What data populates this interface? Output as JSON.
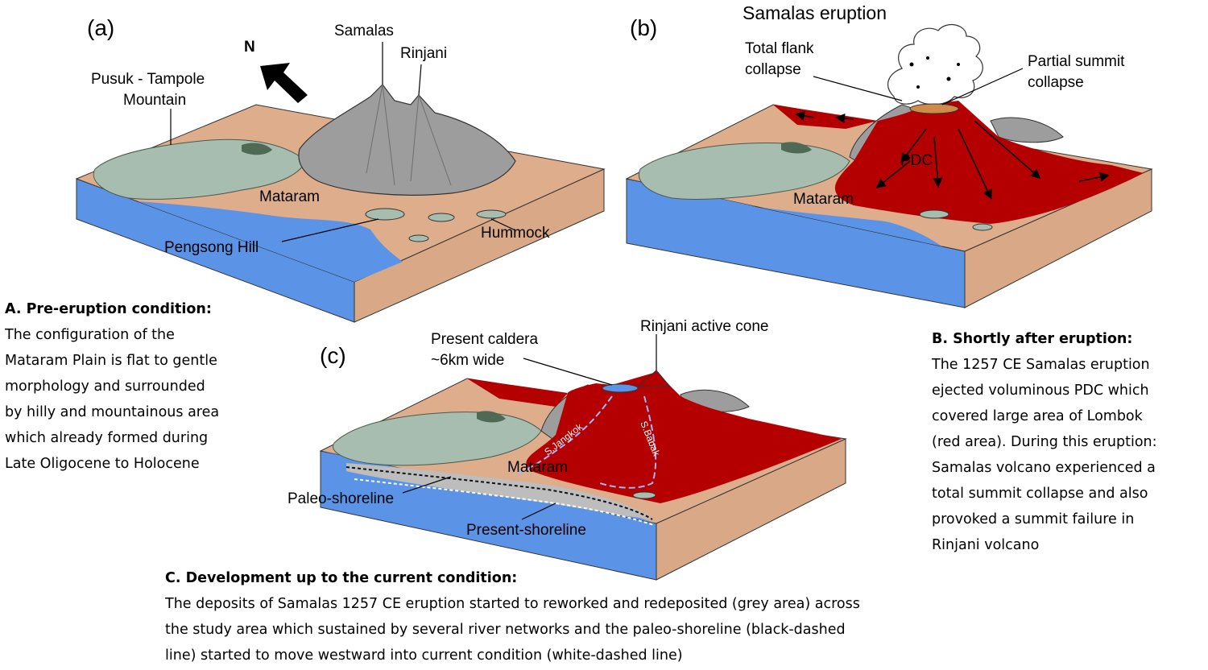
{
  "panels": {
    "a": {
      "letter": "(a)",
      "north": "N",
      "labels": {
        "samalas": "Samalas",
        "rinjani": "Rinjani",
        "pusuk_line1": "Pusuk - Tampole",
        "pusuk_line2": "Mountain",
        "mataram": "Mataram",
        "pengsong": "Pengsong Hill",
        "hummock": "Hummock"
      }
    },
    "b": {
      "letter": "(b)",
      "labels": {
        "eruption": "Samalas eruption",
        "flank_line1": "Total flank",
        "flank_line2": "collapse",
        "partial_line1": "Partial summit",
        "partial_line2": "collapse",
        "pdc": "PDC",
        "mataram": "Mataram"
      }
    },
    "c": {
      "letter": "(c)",
      "labels": {
        "caldera_line1": "Present caldera",
        "caldera_line2": "~6km wide",
        "active_cone": "Rinjani active cone",
        "jangkok": "S.Jangkok",
        "babak": "S.Babak",
        "mataram": "Mataram",
        "paleo": "Paleo-shoreline",
        "present": "Present-shoreline"
      }
    }
  },
  "captions": {
    "a": {
      "heading": "A. Pre-eruption condition:",
      "lines": [
        "The configuration of the",
        "Mataram Plain is flat to gentle",
        "morphology and surrounded",
        "by hilly and mountainous area",
        "which already formed during",
        "Late Oligocene to Holocene"
      ]
    },
    "b": {
      "heading": "B. Shortly after eruption:",
      "lines": [
        "The 1257 CE Samalas eruption",
        "ejected voluminous PDC which",
        "covered large area of Lombok",
        "(red area). During this eruption:",
        "Samalas volcano experienced a",
        "total summit collapse and also",
        "provoked a summit failure in",
        "Rinjani volcano"
      ]
    },
    "c": {
      "heading": "C. Development up to the current condition:",
      "lines": [
        "The deposits of Samalas 1257 CE eruption started to reworked and redeposited (grey area) across",
        "the study area which sustained by several river networks and the paleo-shoreline (black-dashed",
        "line) started to move westward into current condition (white-dashed line)"
      ]
    }
  },
  "colors": {
    "land": "#d9a887",
    "sea": "#5b93e6",
    "hills": "#a7bdb0",
    "volcano": "#9d9d9d",
    "pdc": "#b40000"
  }
}
